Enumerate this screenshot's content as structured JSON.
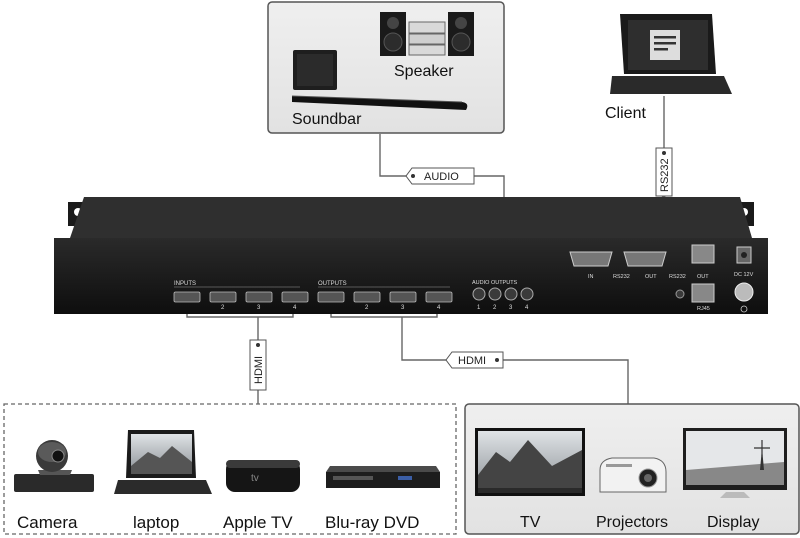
{
  "audio_box": {
    "speaker_label": "Speaker",
    "soundbar_label": "Soundbar"
  },
  "client_label": "Client",
  "connections": {
    "audio": "AUDIO",
    "rs232": "RS232",
    "hdmi_in": "HDMI",
    "hdmi_out": "HDMI"
  },
  "device_panel": {
    "inputs_label": "INPUTS",
    "outputs_label": "OUTPUTS",
    "audio_outputs_label": "AUDIO OUTPUTS",
    "port_numbers": [
      "2",
      "3",
      "4"
    ],
    "audio_port_numbers": [
      "1",
      "2",
      "3",
      "4"
    ],
    "in_label": "IN",
    "rs232_label_1": "RS232",
    "out_label": "OUT",
    "rs232_label_2": "RS232",
    "out_label_2": "OUT",
    "rj45_label": "RJ45",
    "dc_label": "DC 12V"
  },
  "sources": [
    "Camera",
    "laptop",
    "Apple TV",
    "Blu-ray DVD"
  ],
  "displays": [
    "TV",
    "Projectors",
    "Display"
  ]
}
